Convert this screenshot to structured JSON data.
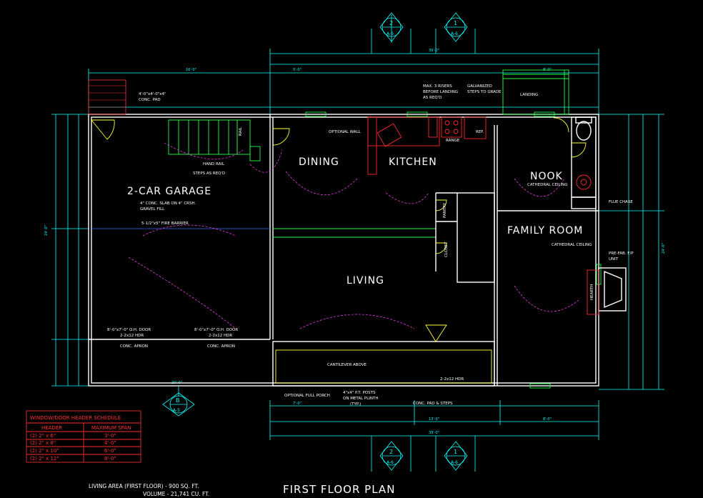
{
  "title": "FIRST FLOOR PLAN",
  "area": {
    "living_area": "LIVING AREA (FIRST FLOOR) - 900 SQ. FT.",
    "volume": "VOLUME - 21,741 CU. FT."
  },
  "rooms": {
    "garage": "2-CAR GARAGE",
    "dining": "DINING",
    "kitchen": "KITCHEN",
    "nook": "NOOK",
    "family": "FAMILY ROOM",
    "living": "LIVING"
  },
  "notes": {
    "pad": "4'-0\"x4'-0\"x4\"",
    "pad2": "CONC. PAD",
    "hand_rail": "HAND RAIL",
    "steps_req": "STEPS AS REQ'D",
    "rail": "RAIL",
    "optional_wall": "OPTIONAL WALL",
    "max_risers": "MAX. 3 RISERS",
    "before_landing": "BEFORE LANDING",
    "as_reqd": "AS REQ'D",
    "galvanized": "GALVANIZED",
    "steps_grade": "STEPS TO GRADE",
    "landing": "LANDING",
    "range": "RANGE",
    "ref": "REF.",
    "cathedral_nook": "CATHEDRAL CEILING",
    "cathedral_family": "CATHEDRAL CEILING",
    "flue_chase": "FLUE CHASE",
    "pantry": "PANTRY",
    "closet": "CLOSET",
    "hearth": "HEARTH",
    "fireplace": "PRE-FAB. F/P",
    "fireplace2": "UNIT",
    "garage_door1": "8'-0\"x7'-0\" O.H. DOOR",
    "garage_door2": "8'-0\"x7'-0\" O.H. DOOR",
    "hdr1": "2-2x12 HDR",
    "hdr2": "2-2x12 HDR",
    "conc_apron1": "CONC. APRON",
    "conc_apron2": "CONC. APRON",
    "cantilever": "CANTILEVER ABOVE",
    "hdr3": "2-2x12 HDR",
    "porch": "OPTIONAL FULL PORCH",
    "posts": "4\"x4\" P.T. POSTS",
    "posts2": "ON METAL PLINTH",
    "posts3": "(TYP.)",
    "conc_pad": "CONC. PAD & STEPS",
    "slab": "4\" CONC. SLAB ON 4\" CRSH.",
    "slab2": "GRAVEL FILL",
    "fire_wall": "5-1/2\"x5\" FIRE BARRIER"
  },
  "section_tags": [
    {
      "num": "2",
      "sheet": "A-6"
    },
    {
      "num": "1",
      "sheet": "A-6"
    },
    {
      "num": "2",
      "sheet": "A-6"
    },
    {
      "num": "1",
      "sheet": "A-6"
    },
    {
      "num": "B",
      "sheet": "A-5"
    }
  ],
  "dimensions": {
    "overall_top": "39'-0\"",
    "top_left": "16'-0\"",
    "top_mid": "5'-0\"",
    "top_right": "8'-0\"",
    "overall_bottom": "39'-0\"",
    "bottom_a": "7'-0\"",
    "bottom_b": "13'-0\"",
    "bottom_c": "8'-0\"",
    "left_overall": "24'-0\"",
    "right_overall": "24'-0\"",
    "garage_w": "20'-0\""
  },
  "schedule": {
    "title": "WINDOW/DOOR HEADER SCHEDULE",
    "col_header": "HEADER",
    "col_span": "MAXIMUM SPAN",
    "rows": [
      {
        "header": "(2) 2\" x 6\"",
        "span": "3'-0\""
      },
      {
        "header": "(2) 2\" x 8\"",
        "span": "4'-0\""
      },
      {
        "header": "(2) 2\" x 10\"",
        "span": "6'-0\""
      },
      {
        "header": "(2) 2\" x 12\"",
        "span": "8'-0\""
      }
    ]
  }
}
